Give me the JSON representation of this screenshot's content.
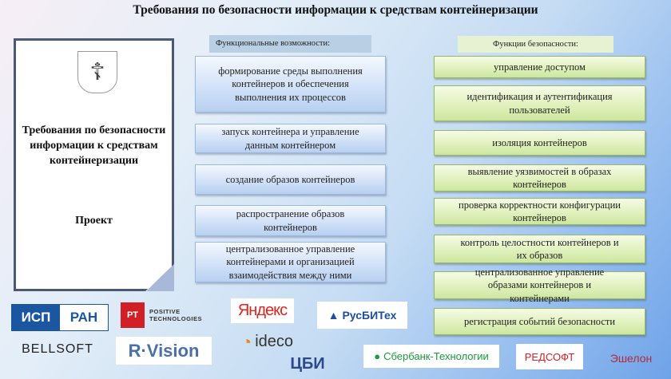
{
  "title": "Требования по безопасности информации к средствам контейнеризации",
  "document": {
    "title": "Требования по безопасности информации к средствам контейнеризации",
    "status": "Проект"
  },
  "functional": {
    "header": "Функциональные возможности:",
    "items": [
      "формирование среды выполнения контейнеров и обеспечения выполнения их процессов",
      "запуск контейнера и управление данным контейнером",
      "создание образов контейнеров",
      "распространение образов контейнеров",
      "централизованное управление контейнерами и организацией взаимодействия между ними"
    ]
  },
  "security": {
    "header": "Функции безопасности:",
    "items": [
      "управление доступом",
      "идентификация и аутентификация пользователей",
      "изоляция контейнеров",
      "выявление уязвимостей в образах контейнеров",
      "проверка корректности конфигурации контейнеров",
      "контроль целостности контейнеров и их образов",
      "централизованное управление образами контейнеров и контейнерами",
      "регистрация событий безопасности"
    ]
  },
  "logos": {
    "isp_a": "ИСП",
    "isp_b": "РАН",
    "pt_mark": "PT",
    "pt": "POSITIVE TECHNOLOGIES",
    "yandex": "Яндекс",
    "rusbitech": "РусБИТех",
    "bellsoft": "BELLSOFT",
    "rvision": "R·Vision",
    "ideco": "ideco",
    "cbi": "ЦБИ",
    "sber": "Сбербанк-Технологии",
    "redsoft": "РЕДСОФТ",
    "echelon": "Эшелон"
  }
}
